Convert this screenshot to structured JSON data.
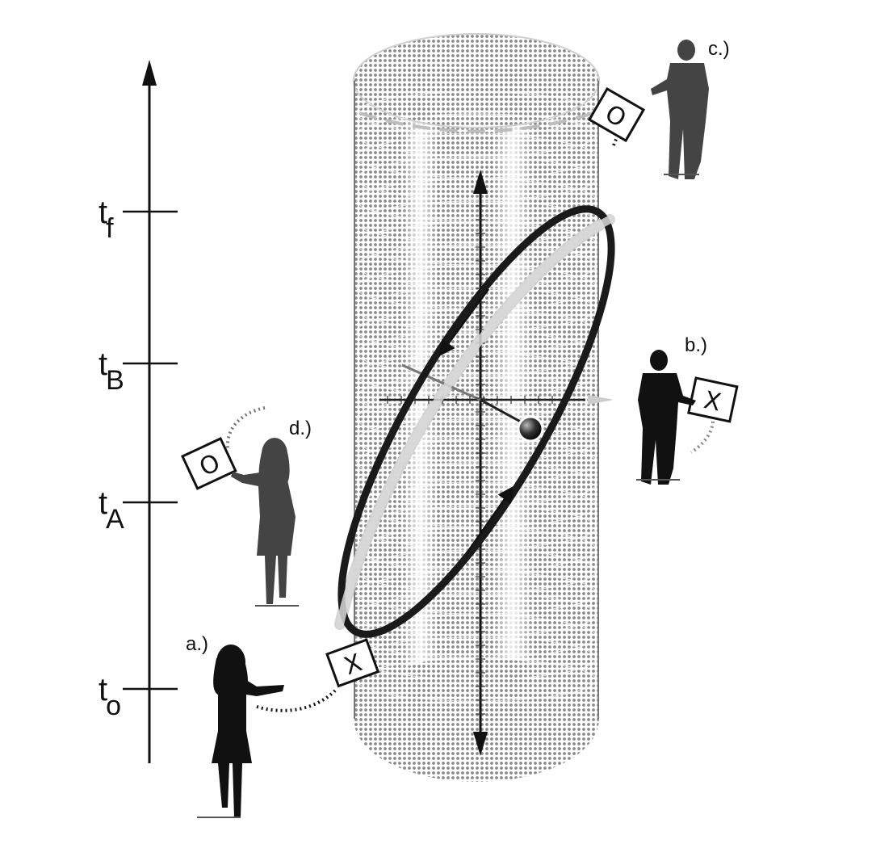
{
  "timeline": {
    "ticks": [
      {
        "base": "t",
        "sub": "f"
      },
      {
        "base": "t",
        "sub": "B"
      },
      {
        "base": "t",
        "sub": "A"
      },
      {
        "base": "t",
        "sub": "o"
      }
    ]
  },
  "participants": [
    {
      "label": "a.)",
      "card": "X",
      "figure": "woman-silhouette"
    },
    {
      "label": "b.)",
      "card": "X",
      "figure": "man-silhouette"
    },
    {
      "label": "c.)",
      "card": "O",
      "figure": "man-silhouette"
    },
    {
      "label": "d.)",
      "card": "O",
      "figure": "woman-silhouette"
    }
  ],
  "colors": {
    "ink": "#111111",
    "cylinder_fill": "#b8b8b8",
    "ring": "#1a1a1a",
    "ring_back": "#cfcfcf",
    "faded_figure": "#444444"
  }
}
